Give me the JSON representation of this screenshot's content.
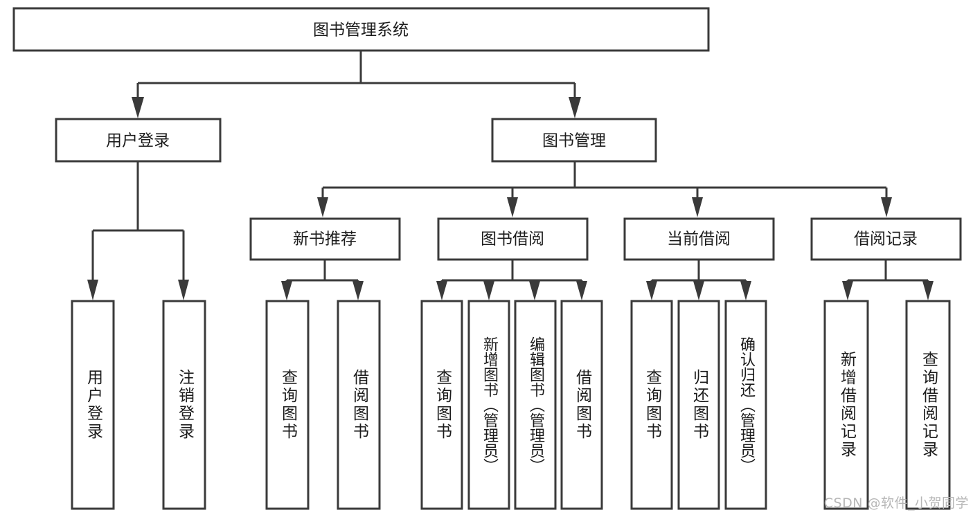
{
  "diagram": {
    "type": "tree",
    "title": "图书管理系统",
    "orientation": "top-down",
    "colors": {
      "box_stroke": "#3a3a3a",
      "box_fill": "#ffffff",
      "text": "#1c1c1c",
      "background": "#ffffff",
      "watermark": "#b6b6b6"
    },
    "root": {
      "label": "图书管理系统"
    },
    "level1": [
      {
        "label": "用户登录"
      },
      {
        "label": "图书管理"
      }
    ],
    "level2": [
      {
        "label": "新书推荐"
      },
      {
        "label": "图书借阅"
      },
      {
        "label": "当前借阅"
      },
      {
        "label": "借阅记录"
      }
    ],
    "leaves_user_login": [
      {
        "label": "用户登录"
      },
      {
        "label": "注销登录"
      }
    ],
    "leaves_new_book": [
      {
        "label": "查询图书"
      },
      {
        "label": "借阅图书"
      }
    ],
    "leaves_borrow": [
      {
        "label": "查询图书"
      },
      {
        "label": "新增图书（管理员）"
      },
      {
        "label": "编辑图书（管理员）"
      },
      {
        "label": "借阅图书"
      }
    ],
    "leaves_current": [
      {
        "label": "查询图书"
      },
      {
        "label": "归还图书"
      },
      {
        "label": "确认归还（管理员）"
      }
    ],
    "leaves_record": [
      {
        "label": "新增借阅记录"
      },
      {
        "label": "查询借阅记录"
      }
    ]
  },
  "watermark": {
    "text": "CSDN @软件_小贺同学"
  }
}
